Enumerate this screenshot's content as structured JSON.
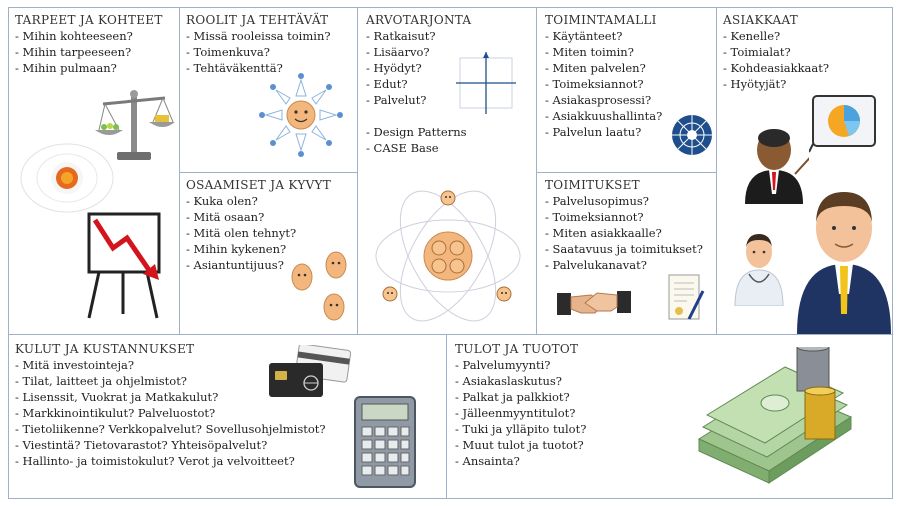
{
  "blocks": {
    "tarpeet": {
      "title": "TARPEET JA KOHTEET",
      "items": [
        "Mihin kohteeseen?",
        "Mihin tarpeeseen?",
        "Mihin pulmaan?"
      ]
    },
    "roolit": {
      "title": "ROOLIT JA TEHTÄVÄT",
      "items": [
        "Missä rooleissa toimin?",
        "Toimenkuva?",
        "Tehtäväkenttä?"
      ]
    },
    "osaamiset": {
      "title": "OSAAMISET JA KYVYT",
      "items": [
        "Kuka olen?",
        "Mitä osaan?",
        "Mitä olen tehnyt?",
        "Mihin kykenen?",
        "Asiantuntijuus?"
      ]
    },
    "arvotarjonta": {
      "title": "ARVOTARJONTA",
      "items": [
        "Ratkaisut?",
        "Lisäarvo?",
        "Hyödyt?",
        "Edut?",
        "Palvelut?"
      ],
      "extra": [
        "- Design Patterns",
        "- CASE Base"
      ]
    },
    "toimintamalli": {
      "title": "TOIMINTAMALLI",
      "items": [
        "Käytänteet?",
        "Miten toimin?",
        "Miten palvelen?",
        "Toimeksiannot?",
        "Asiakasprosessi?",
        "Asiakkuushallinta?",
        "Palvelun laatu?"
      ]
    },
    "toimitukset": {
      "title": "TOIMITUKSET",
      "items": [
        "Palvelusopimus?",
        "Toimeksiannot?",
        "Miten  asiakkaalle?",
        "Saatavuus ja toimitukset?",
        "Palvelukanavat?"
      ]
    },
    "asiakkaat": {
      "title": "ASIAKKAAT",
      "items": [
        "Kenelle?",
        "Toimialat?",
        "Kohdeasiakkaat?",
        "Hyötyjät?"
      ]
    },
    "kulut": {
      "title": "KULUT JA KUSTANNUKSET",
      "items": [
        "Mitä investointeja?",
        "Tilat, laitteet ja ohjelmistot?",
        "Lisenssit, Vuokrat ja Matkakulut?",
        "Markkinointikulut? Palveluostot?",
        "Tietoliikenne? Verkkopalvelut? Sovellusohjelmistot?",
        "Viestintä? Tietovarastot?  Yhteisöpalvelut?",
        "Hallinto- ja toimistokulut? Verot ja velvoitteet?"
      ]
    },
    "tulot": {
      "title": "TULOT JA TUOTOT",
      "items": [
        "Palvelumyynti?",
        "Asiakaslaskutus?",
        "Palkat ja palkkiot?",
        "Jälleenmyyntitulot?",
        "Tuki ja ylläpito tulot?",
        "Muut tulot ja tuotot?",
        "Ansainta?"
      ]
    }
  },
  "colors": {
    "border": "#9fb0c8",
    "wheel": "#1f4e8c",
    "face": "#f3b77d"
  }
}
